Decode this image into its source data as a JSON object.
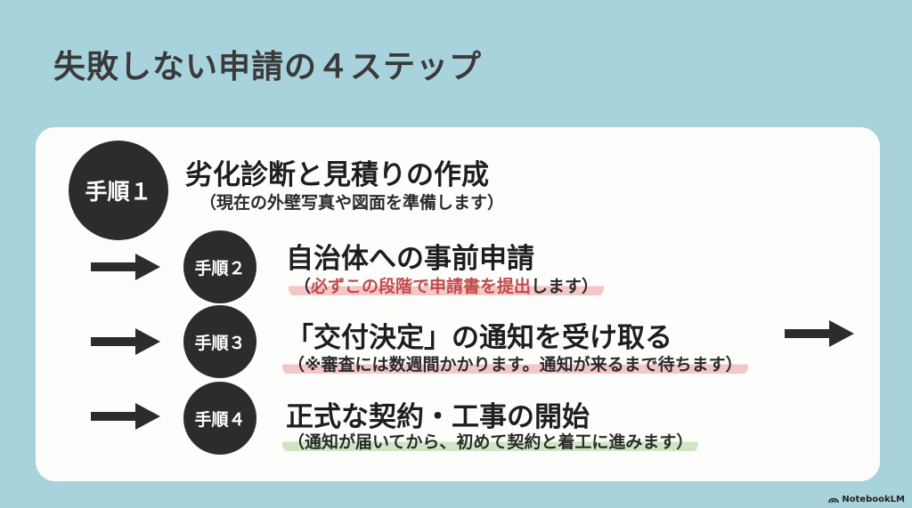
{
  "title": "失敗しない申請の４ステップ",
  "steps": [
    {
      "badge": "手順１",
      "title": "劣化診断と見積りの作成",
      "note": "（現在の外壁写真や図面を準備します）"
    },
    {
      "badge": "手順２",
      "title": "自治体への事前申請",
      "note_open": "（",
      "note_emphasis": "必ずこの段階で申請書を提出",
      "note_rest": "します）",
      "highlight": "#f3c7c7"
    },
    {
      "badge": "手順３",
      "title": "「交付決定」の通知を受け取る",
      "note": "（※審査には数週間かかります。通知が来るまで待ちます）",
      "highlight": "#f3c7c7"
    },
    {
      "badge": "手順４",
      "title": "正式な契約・工事の開始",
      "note": "（通知が届いてから、初めて契約と着工に進みます）",
      "highlight": "#cfe6c4"
    }
  ],
  "footer": {
    "logo": "NotebookLM",
    "logo_icon": "notebooklm-icon"
  },
  "colors": {
    "background": "#a9d3dc",
    "card": "#fdfdfb",
    "badge": "#2c2c2c",
    "emphasis": "#c24a4a"
  }
}
